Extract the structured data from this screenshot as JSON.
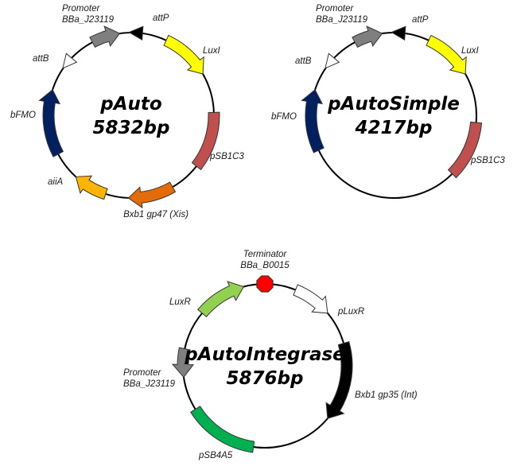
{
  "plasmids": [
    {
      "title": "pAuto",
      "size": "5832bp",
      "features": [
        {
          "type": "arrow",
          "color": "#7f7f7f",
          "label_lines": [
            "Promoter",
            "BBa_J23119"
          ]
        },
        {
          "type": "triangle",
          "color": "#000000",
          "label_lines": [
            "attP"
          ]
        },
        {
          "type": "arrow",
          "color": "#ffff00",
          "label_lines": [
            "LuxI"
          ]
        },
        {
          "type": "block",
          "color": "#c0504d",
          "label_lines": [
            "pSB1C3"
          ]
        },
        {
          "type": "arrow",
          "color": "#e36c09",
          "label_lines": [
            "Bxb1 gp47 (Xis)"
          ]
        },
        {
          "type": "arrow",
          "color": "#ffb400",
          "label_lines": [
            "aiiA"
          ]
        },
        {
          "type": "arrow",
          "color": "#002060",
          "label_lines": [
            "bFMO"
          ]
        },
        {
          "type": "triangle",
          "color": "#ffffff",
          "label_lines": [
            "attB"
          ]
        }
      ]
    },
    {
      "title": "pAutoSimple",
      "size": "4217bp",
      "features": [
        {
          "type": "arrow",
          "color": "#7f7f7f",
          "label_lines": [
            "Promoter",
            "BBa_J23119"
          ]
        },
        {
          "type": "triangle",
          "color": "#000000",
          "label_lines": [
            "attP"
          ]
        },
        {
          "type": "arrow",
          "color": "#ffff00",
          "label_lines": [
            "LuxI"
          ]
        },
        {
          "type": "block",
          "color": "#c0504d",
          "label_lines": [
            "pSB1C3"
          ]
        },
        {
          "type": "arrow",
          "color": "#002060",
          "label_lines": [
            "bFMO"
          ]
        },
        {
          "type": "triangle",
          "color": "#ffffff",
          "label_lines": [
            "attB"
          ]
        }
      ]
    },
    {
      "title": "pAutoIntegrase",
      "size": "5876bp",
      "features": [
        {
          "type": "octagon",
          "color": "#ff0000",
          "label_lines": [
            "Terminator",
            "BBa_B0015"
          ]
        },
        {
          "type": "arrow",
          "color": "#ffffff",
          "label_lines": [
            "pLuxR"
          ]
        },
        {
          "type": "arrow",
          "color": "#000000",
          "label_lines": [
            "Bxb1 gp35 (Int)"
          ]
        },
        {
          "type": "block",
          "color": "#00b050",
          "label_lines": [
            "pSB4A5"
          ]
        },
        {
          "type": "arrow",
          "color": "#7f7f7f",
          "label_lines": [
            "Promoter",
            "BBa_J23119"
          ]
        },
        {
          "type": "arrow",
          "color": "#92d050",
          "label_lines": [
            "LuxR"
          ]
        }
      ]
    }
  ]
}
